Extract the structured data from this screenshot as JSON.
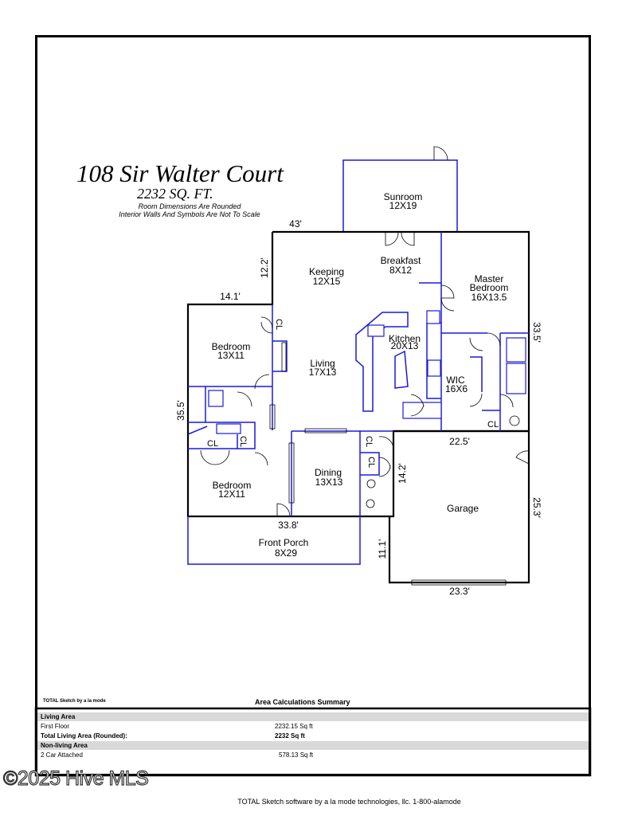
{
  "header": {
    "address": "108 Sir Walter Court",
    "sqft": "2232 SQ. FT.",
    "note_line1": "Room Dimensions Are Rounded",
    "note_line2": "Interior Walls And Symbols Are Not To Scale"
  },
  "rooms": [
    {
      "id": "sunroom",
      "name": "Sunroom",
      "size": "12X19"
    },
    {
      "id": "breakfast",
      "name": "Breakfast",
      "size": "8X12"
    },
    {
      "id": "keeping",
      "name": "Keeping",
      "size": "12X15"
    },
    {
      "id": "master-bedroom",
      "name": "Master\nBedroom",
      "size": "16X13.5"
    },
    {
      "id": "kitchen",
      "name": "Kitchen",
      "size": "20X13"
    },
    {
      "id": "bedroom-1",
      "name": "Bedroom",
      "size": "13X11"
    },
    {
      "id": "living",
      "name": "Living",
      "size": "17X13"
    },
    {
      "id": "wic",
      "name": "WIC",
      "size": "16X6"
    },
    {
      "id": "dining",
      "name": "Dining",
      "size": "13X13"
    },
    {
      "id": "bedroom-2",
      "name": "Bedroom",
      "size": "12X11"
    },
    {
      "id": "garage",
      "name": "Garage",
      "size": ""
    },
    {
      "id": "front-porch",
      "name": "Front Porch",
      "size": "8X29"
    }
  ],
  "closet_label": "CL",
  "dimensions": {
    "top": "43'",
    "keeping_left": "12.2'",
    "bedroom_top": "14.1'",
    "right_main": "33.5'",
    "left_main": "35.5'",
    "garage_top": "22.5'",
    "garage_right": "25.3'",
    "garage_left_upper": "14.2'",
    "porch_top": "33.8'",
    "garage_left_lower": "11.1'",
    "garage_bottom": "23.3'"
  },
  "summary": {
    "software_tag": "TOTAL Sketch by a la mode",
    "title": "Area Calculations Summary",
    "rows": [
      {
        "label": "Living Area",
        "value": "",
        "kind": "section"
      },
      {
        "label": "First Floor",
        "value": "2232.15 Sq ft",
        "kind": "item"
      },
      {
        "label": "Total Living Area (Rounded):",
        "value": "2232 Sq ft",
        "kind": "total"
      },
      {
        "label": "Non-living Area",
        "value": "",
        "kind": "section"
      },
      {
        "label": "2 Car Attached",
        "value": "578.13 Sq ft",
        "kind": "item"
      }
    ]
  },
  "watermark": "©2025 Hive MLS",
  "footer": "TOTAL Sketch software by a la mode technologies, llc. 1-800-alamode"
}
